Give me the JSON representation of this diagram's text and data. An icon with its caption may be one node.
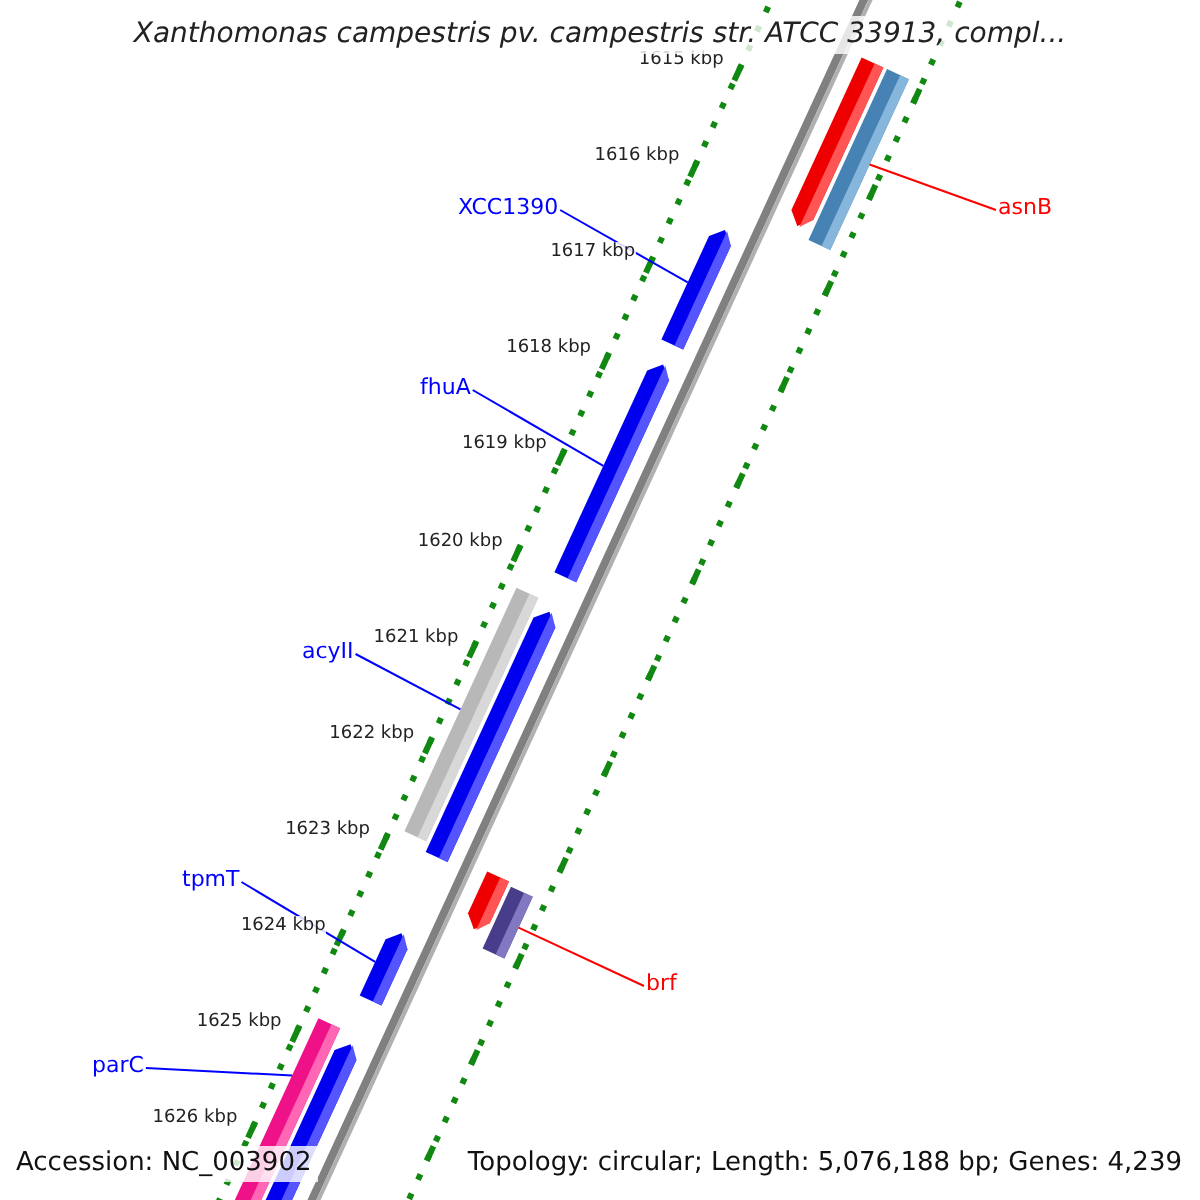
{
  "diagram": {
    "title": "Xanthomonas campestris pv. campestris str. ATCC 33913, compl...",
    "nodes": [
      {
        "text": [
          "XCC1390"
        ]
      },
      {
        "text": [],
        "shape": "bar"
      },
      {
        "text": [
          "asnB"
        ]
      },
      {
        "text": [],
        "shape": "bar"
      },
      {
        "text": [
          "fhuA"
        ]
      },
      {
        "text": [],
        "shape": "bar"
      },
      {
        "text": [
          "acyII"
        ]
      },
      {
        "text": [],
        "shape": "bar"
      },
      {
        "text": [
          "tpmT"
        ]
      },
      {
        "text": [],
        "shape": "bar"
      },
      {
        "text": [
          "brf"
        ]
      },
      {
        "text": [],
        "shape": "bar"
      },
      {
        "text": [
          "parC"
        ]
      },
      {
        "text": [],
        "shape": "bar"
      }
    ],
    "edges": [
      {
        "from": 0,
        "to": 1,
        "arrow": "none"
      },
      {
        "from": 2,
        "to": 3,
        "arrow": "none",
        "color": "#ff0000"
      },
      {
        "from": 4,
        "to": 5,
        "arrow": "none"
      },
      {
        "from": 6,
        "to": 7,
        "arrow": "none"
      },
      {
        "from": 8,
        "to": 9,
        "arrow": "none"
      },
      {
        "from": 10,
        "to": 11,
        "arrow": "none",
        "color": "#ff0000"
      },
      {
        "from": 12,
        "to": 13,
        "arrow": "none"
      }
    ],
    "labels": [
      "1615 kbp",
      "1616 kbp",
      "1617 kbp",
      "1618 kbp",
      "1619 kbp",
      "1620 kbp",
      "1621 kbp",
      "1622 kbp",
      "1623 kbp",
      "1624 kbp",
      "1625 kbp",
      "1626 kbp",
      "Accession: NC_003902",
      "Topology: circular; Length: 5,076,188 bp; Genes: 4,239"
    ]
  }
}
